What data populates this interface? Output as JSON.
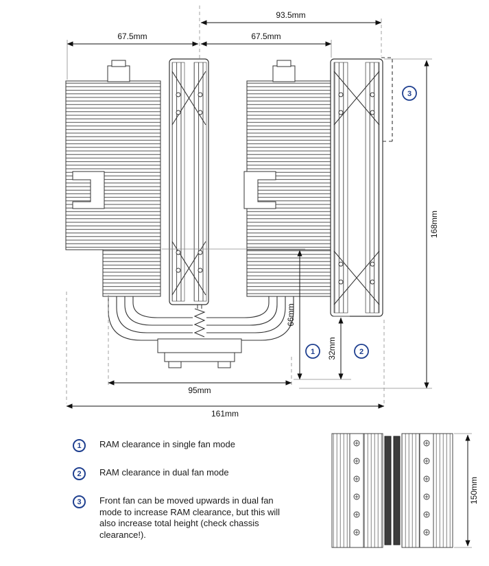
{
  "colors": {
    "accent": "#1e3f8f",
    "line": "#333333"
  },
  "dims": {
    "w935": "93.5mm",
    "w675a": "67.5mm",
    "w675b": "67.5mm",
    "h168": "168mm",
    "h66": "66mm",
    "h32": "32mm",
    "w95": "95mm",
    "w161": "161mm",
    "h150": "150mm"
  },
  "markers": {
    "m1": "1",
    "m2": "2",
    "m3": "3"
  },
  "legend": {
    "items": [
      {
        "num": "1",
        "text": "RAM clearance in single fan mode"
      },
      {
        "num": "2",
        "text": "RAM clearance in dual fan mode"
      },
      {
        "num": "3",
        "text": "Front fan can be moved upwards in dual fan mode to increase RAM clearance, but this will also increase total height (check chassis clearance!)."
      }
    ]
  }
}
